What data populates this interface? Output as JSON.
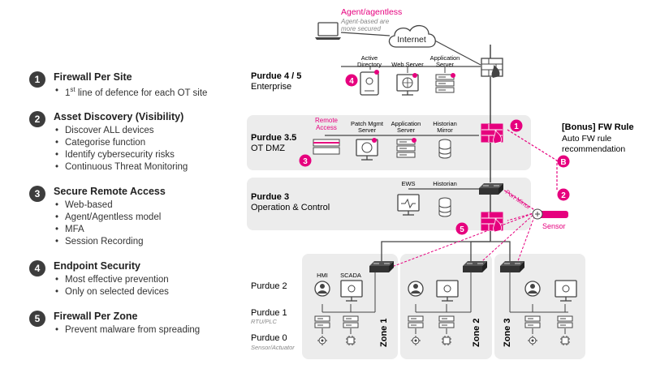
{
  "legend": {
    "items": [
      {
        "num": "1",
        "title": "Firewall Per Site",
        "bullets": [
          "line of defence for each OT site"
        ],
        "bullet_prefix": "1",
        "bullet_sup": "st"
      },
      {
        "num": "2",
        "title": "Asset Discovery (Visibility)",
        "bullets": [
          "Discover ALL devices",
          "Categorise function",
          "Identify cybersecurity risks",
          "Continuous Threat Monitoring"
        ]
      },
      {
        "num": "3",
        "title": "Secure Remote Access",
        "bullets": [
          "Web-based",
          "Agent/Agentless model",
          "MFA",
          "Session Recording"
        ]
      },
      {
        "num": "4",
        "title": "Endpoint Security",
        "bullets": [
          "Most effective prevention",
          "Only on selected devices"
        ]
      },
      {
        "num": "5",
        "title": "Firewall Per Zone",
        "bullets": [
          "Prevent malware from spreading"
        ]
      }
    ]
  },
  "diagram": {
    "agent_title": "Agent/agentless",
    "agent_sub1": "Agent-based are",
    "agent_sub2": "more secured",
    "internet": "Internet",
    "purdue45": "Purdue 4 / 5",
    "enterprise": "Enterprise",
    "active_directory_1": "Active",
    "active_directory_2": "Directory",
    "web_server": "Web Server",
    "app_server_1": "Application",
    "app_server_2": "Server",
    "purdue35": "Purdue 3.5",
    "ot_dmz": "OT DMZ",
    "remote_access_1": "Remote",
    "remote_access_2": "Access",
    "patch_1": "Patch Mgmt",
    "patch_2": "Server",
    "dmz_app_1": "Application",
    "dmz_app_2": "Server",
    "historian_mirror_1": "Historian",
    "historian_mirror_2": "Mirror",
    "purdue3": "Purdue 3",
    "operation": "Operation & Control",
    "ews": "EWS",
    "historian": "Historian",
    "port_mirror": "Port Mirror",
    "sensor": "Sensor",
    "bonus_title": "[Bonus]  FW Rule",
    "bonus_sub1": "Auto FW rule",
    "bonus_sub2": "recommendation",
    "bonus_badge": "B",
    "purdue2": "Purdue 2",
    "purdue1": "Purdue 1",
    "purdue1_sub": "RTU/PLC",
    "purdue0": "Purdue 0",
    "purdue0_sub": "Sensor/Actuator",
    "hmi": "HMI",
    "scada": "SCADA",
    "zone1": "Zone 1",
    "zone2": "Zone 2",
    "zone3": "Zone 3",
    "badges": [
      "1",
      "2",
      "3",
      "4",
      "5"
    ]
  },
  "colors": {
    "accent": "#e6007e",
    "dark": "#3d3d3d",
    "panel": "#ececec",
    "firewall": "#e6007e"
  }
}
